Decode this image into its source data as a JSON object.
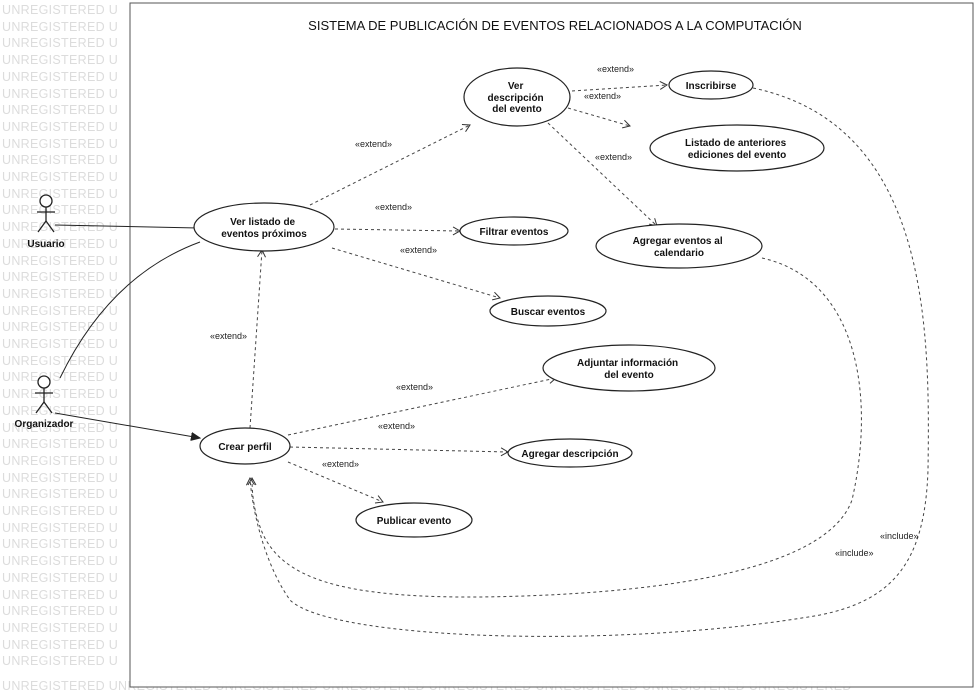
{
  "title": "SISTEMA DE PUBLICACIÓN DE EVENTOS RELACIONADOS A LA COMPUTACIÓN",
  "watermark": {
    "text": "UNREGISTERED U",
    "bottom_text": "UNREGISTERED UNREGISTERED UNREGISTERED UNREGISTERED UNREGISTERED UNREGISTERED UNREGISTERED UNREGISTERED"
  },
  "actors": [
    {
      "id": "usuario",
      "name": "Usuario"
    },
    {
      "id": "organizador",
      "name": "Organizador"
    }
  ],
  "use_cases": [
    {
      "id": "ver_descripcion",
      "lines": [
        "Ver",
        "descripción",
        "del  evento"
      ]
    },
    {
      "id": "inscribirse",
      "lines": [
        "Inscribirse"
      ]
    },
    {
      "id": "anteriores",
      "lines": [
        "Listado de anteriores",
        "ediciones del evento"
      ]
    },
    {
      "id": "ver_listado",
      "lines": [
        "Ver listado de",
        "eventos próximos"
      ]
    },
    {
      "id": "filtrar",
      "lines": [
        "Filtrar eventos"
      ]
    },
    {
      "id": "agregar_calendario",
      "lines": [
        "Agregar eventos al",
        "calendario"
      ]
    },
    {
      "id": "buscar",
      "lines": [
        "Buscar eventos"
      ]
    },
    {
      "id": "adjuntar",
      "lines": [
        "Adjuntar información",
        "del evento"
      ]
    },
    {
      "id": "crear_perfil",
      "lines": [
        "Crear perfil"
      ]
    },
    {
      "id": "agregar_descripcion",
      "lines": [
        "Agregar descripción"
      ]
    },
    {
      "id": "publicar",
      "lines": [
        "Publicar evento"
      ]
    }
  ],
  "stereotypes": {
    "extend": "«extend»",
    "include": "«include»"
  },
  "relations": [
    {
      "type": "association",
      "from": "usuario",
      "to": "ver_listado"
    },
    {
      "type": "association",
      "from": "organizador",
      "to": "ver_listado"
    },
    {
      "type": "association",
      "from": "organizador",
      "to": "crear_perfil"
    },
    {
      "type": "extend",
      "from": "ver_listado",
      "to": "ver_descripcion"
    },
    {
      "type": "extend",
      "from": "ver_descripcion",
      "to": "inscribirse"
    },
    {
      "type": "extend",
      "from": "ver_descripcion",
      "to": "anteriores"
    },
    {
      "type": "extend",
      "from": "ver_descripcion",
      "to": "agregar_calendario"
    },
    {
      "type": "extend",
      "from": "ver_listado",
      "to": "filtrar"
    },
    {
      "type": "extend",
      "from": "ver_listado",
      "to": "buscar"
    },
    {
      "type": "extend",
      "from": "crear_perfil",
      "to": "ver_listado"
    },
    {
      "type": "extend",
      "from": "crear_perfil",
      "to": "adjuntar"
    },
    {
      "type": "extend",
      "from": "crear_perfil",
      "to": "agregar_descripcion"
    },
    {
      "type": "extend",
      "from": "crear_perfil",
      "to": "publicar"
    },
    {
      "type": "include",
      "from": "inscribirse",
      "to": "crear_perfil"
    },
    {
      "type": "include",
      "from": "agregar_calendario",
      "to": "crear_perfil"
    }
  ]
}
